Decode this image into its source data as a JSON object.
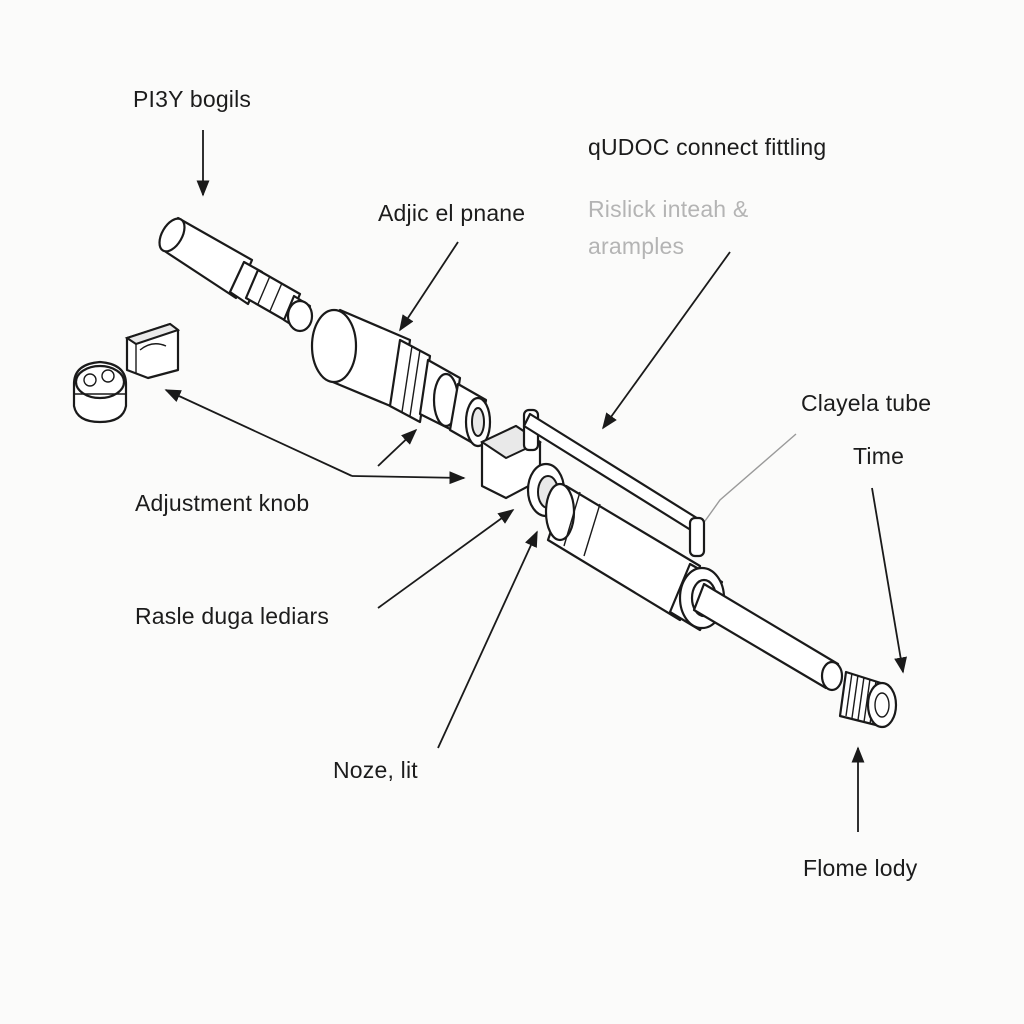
{
  "labels": {
    "top_left": "PI3Y bogils",
    "quick_connect": "qUDOC connect fittling",
    "adjust_plane": "Adjic el pnane",
    "faded_line1": "Rislick inteah &",
    "faded_line2": "aramples",
    "clayela_tube": "Clayela tube",
    "time": "Time",
    "adjustment_knob": "Adjustment knob",
    "rasle": "Rasle duga lediars",
    "noze": "Noze, lit",
    "flome": "Flome lody"
  },
  "colors": {
    "background": "#fbfbfa",
    "ink": "#1a1a1a",
    "faded_text": "#b4b4b4"
  }
}
